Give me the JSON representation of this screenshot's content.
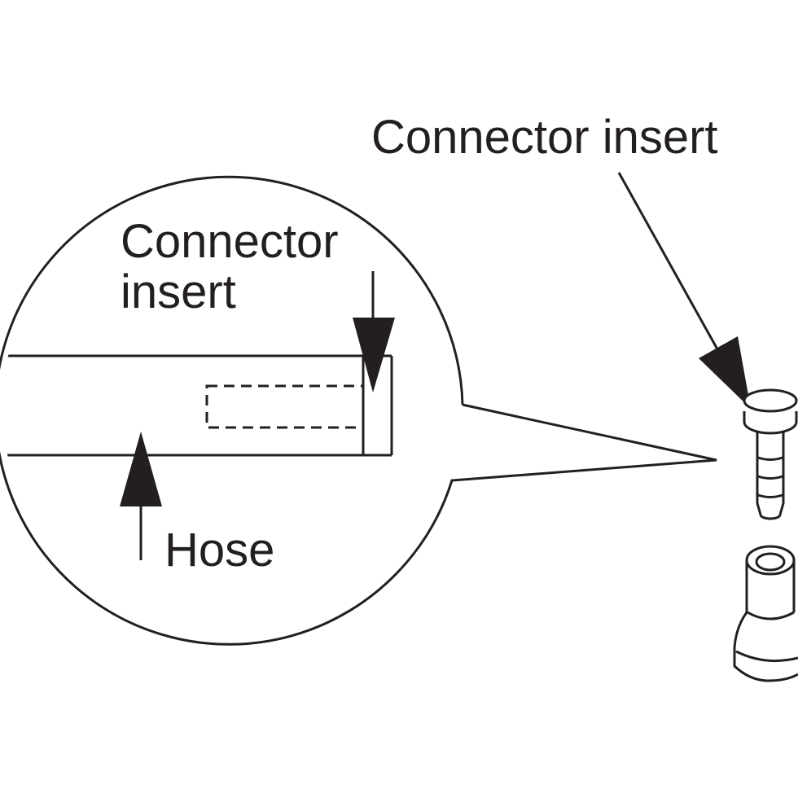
{
  "labels": {
    "connector_insert_right": "Connector insert",
    "connector_insert_zoom_line1": "Connector",
    "connector_insert_zoom_line2": "insert",
    "hose": "Hose"
  },
  "colors": {
    "ink": "#231f20",
    "background": "#ffffff"
  }
}
